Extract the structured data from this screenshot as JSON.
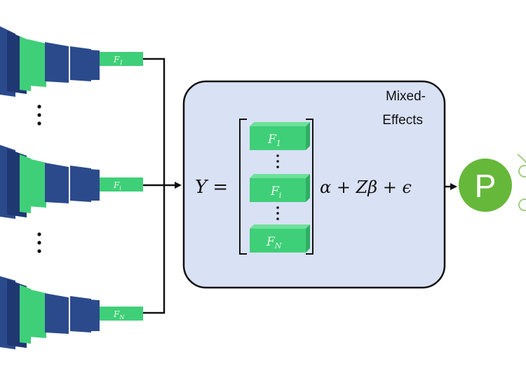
{
  "colors": {
    "navy": "#2b4a8c",
    "navy_dark": "#1f3772",
    "green": "#3fcf79",
    "green_light": "#6fe09a",
    "box_fill": "#d9e1f5",
    "line": "#111111",
    "p_circle": "#66b83a"
  },
  "networks": [
    {
      "feature_label": "F",
      "subscript": "1"
    },
    {
      "feature_label": "F",
      "subscript": "i"
    },
    {
      "feature_label": "F",
      "subscript": "N"
    }
  ],
  "mixed_effects_box": {
    "title_line1": "Mixed-",
    "title_line2": "Effects"
  },
  "equation": {
    "lhs": "Y =",
    "features": [
      {
        "label": "F",
        "subscript": "1"
      },
      {
        "label": "F",
        "subscript": "i"
      },
      {
        "label": "F",
        "subscript": "N"
      }
    ],
    "rhs": "α + Zβ + ϵ"
  },
  "output": {
    "symbol": "P"
  }
}
